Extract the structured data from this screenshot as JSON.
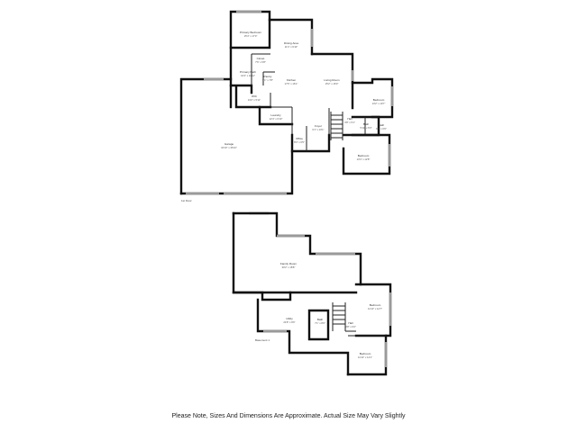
{
  "floors": [
    {
      "name": "1st Floor",
      "rooms": [
        {
          "name": "Primary Bedroom",
          "dims": "15'4\" x 17'0\""
        },
        {
          "name": "Dining Area",
          "dims": "11'4\" x 9'10\""
        },
        {
          "name": "Closet",
          "dims": "7'6\" x 5'8\""
        },
        {
          "name": "Primary Bath",
          "dims": "10'2\" x 11'11\""
        },
        {
          "name": "Pantry",
          "dims": "5'1\" x 7'8\""
        },
        {
          "name": "Kitchen",
          "dims": "17'6\" x 16'1\""
        },
        {
          "name": "Living Room",
          "dims": "15'2\" x 16'0\""
        },
        {
          "name": "Bedroom",
          "dims": "13'2\" x 10'7\""
        },
        {
          "name": "WIC",
          "dims": "13'2\" x 5'11\""
        },
        {
          "name": "Laundry",
          "dims": "12'4\" x 6'10\""
        },
        {
          "name": "Hall",
          "dims": "3'8\" x 5'1\""
        },
        {
          "name": "Bath",
          "dims": "5'10\" x 6'3\""
        },
        {
          "name": "Bath",
          "dims": "6'1\" x 6'0\""
        },
        {
          "name": "Foyer",
          "dims": "6'1\" x 13'1\""
        },
        {
          "name": "Office",
          "dims": "8'3\" x 6'5\""
        },
        {
          "name": "Garage",
          "dims": "34'10\" x 36'10\""
        },
        {
          "name": "Bedroom",
          "dims": "13'4\" x 12'8\""
        }
      ]
    },
    {
      "name": "Basement 1",
      "rooms": [
        {
          "name": "Family Room",
          "dims": "30'2\" x 18'8\""
        },
        {
          "name": "Bedroom",
          "dims": "11'10\" x 12'7\""
        },
        {
          "name": "Hall",
          "dims": "3'8\" x 6'2\""
        },
        {
          "name": "Utility",
          "dims": "24'8\" x 9'6\""
        },
        {
          "name": "Bath",
          "dims": "7'1\" x 8'0\""
        },
        {
          "name": "Bedroom",
          "dims": "11'10\" x 14'1\""
        }
      ]
    }
  ],
  "disclaimer": "Please Note, Sizes And Dimensions Are Approximate. Actual Size May Vary Slightly"
}
